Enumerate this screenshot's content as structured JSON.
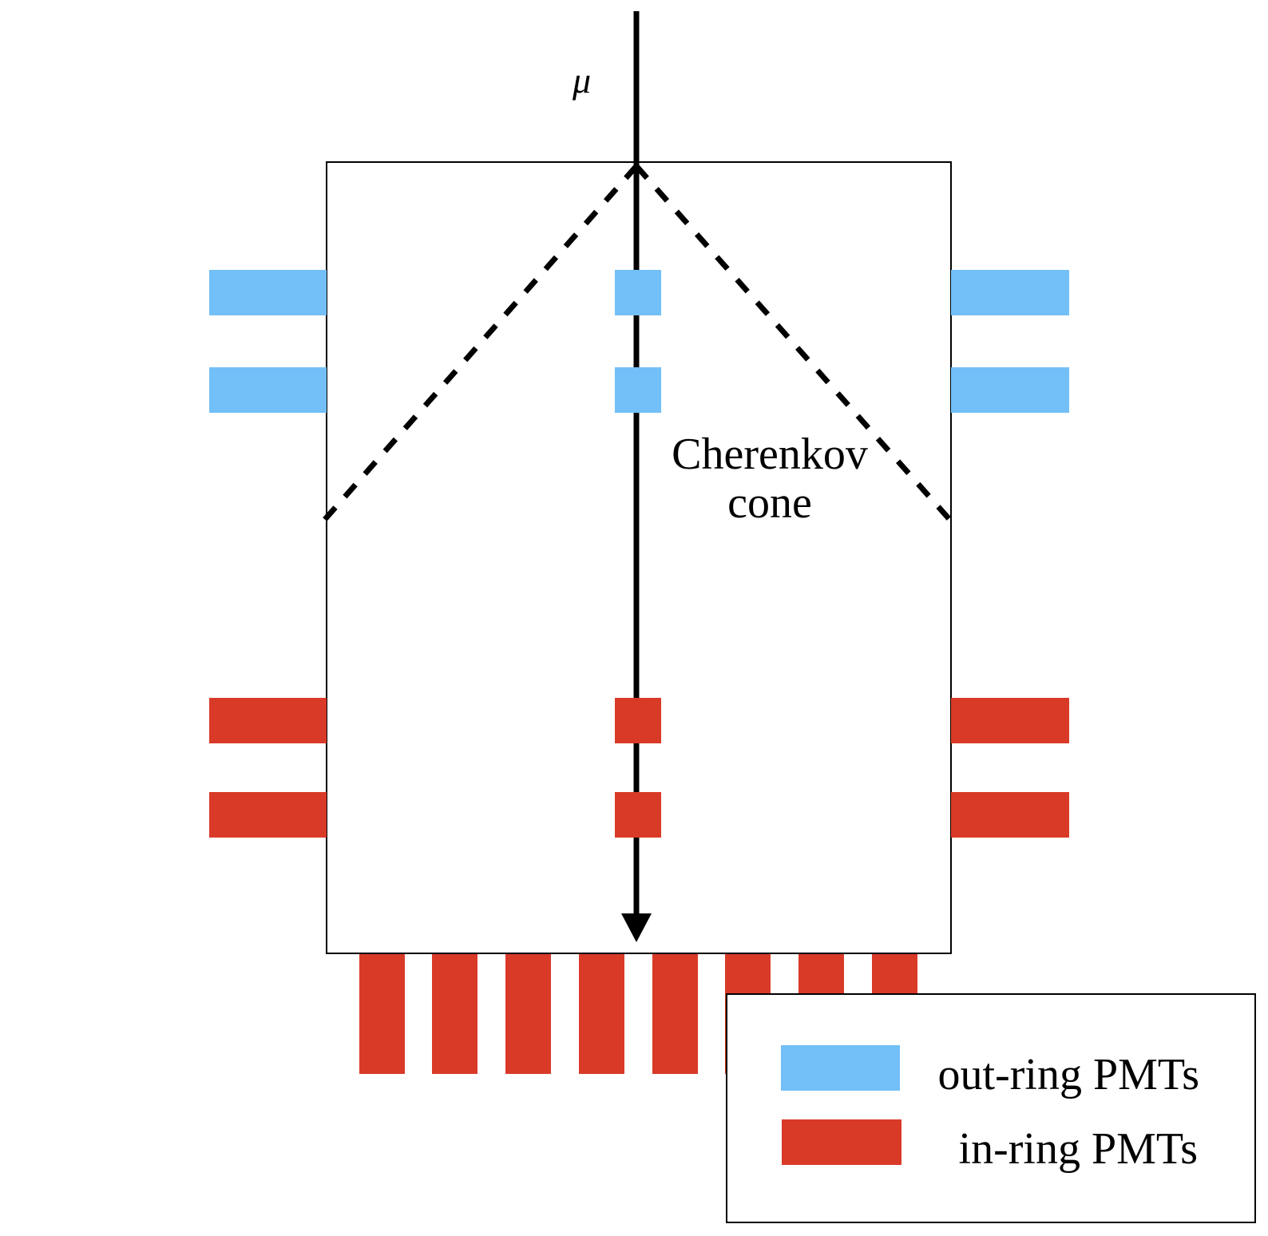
{
  "labels": {
    "particle": "μ",
    "cone_line1": "Cherenkov",
    "cone_line2": "cone"
  },
  "legend": {
    "items": [
      {
        "key": "out",
        "label": "out-ring PMTs"
      },
      {
        "key": "in",
        "label": "in-ring PMTs"
      }
    ]
  },
  "colors": {
    "out_ring": "#73bff7",
    "in_ring": "#d93a28",
    "line": "#000000",
    "frame": "#000000",
    "background": "#ffffff"
  }
}
